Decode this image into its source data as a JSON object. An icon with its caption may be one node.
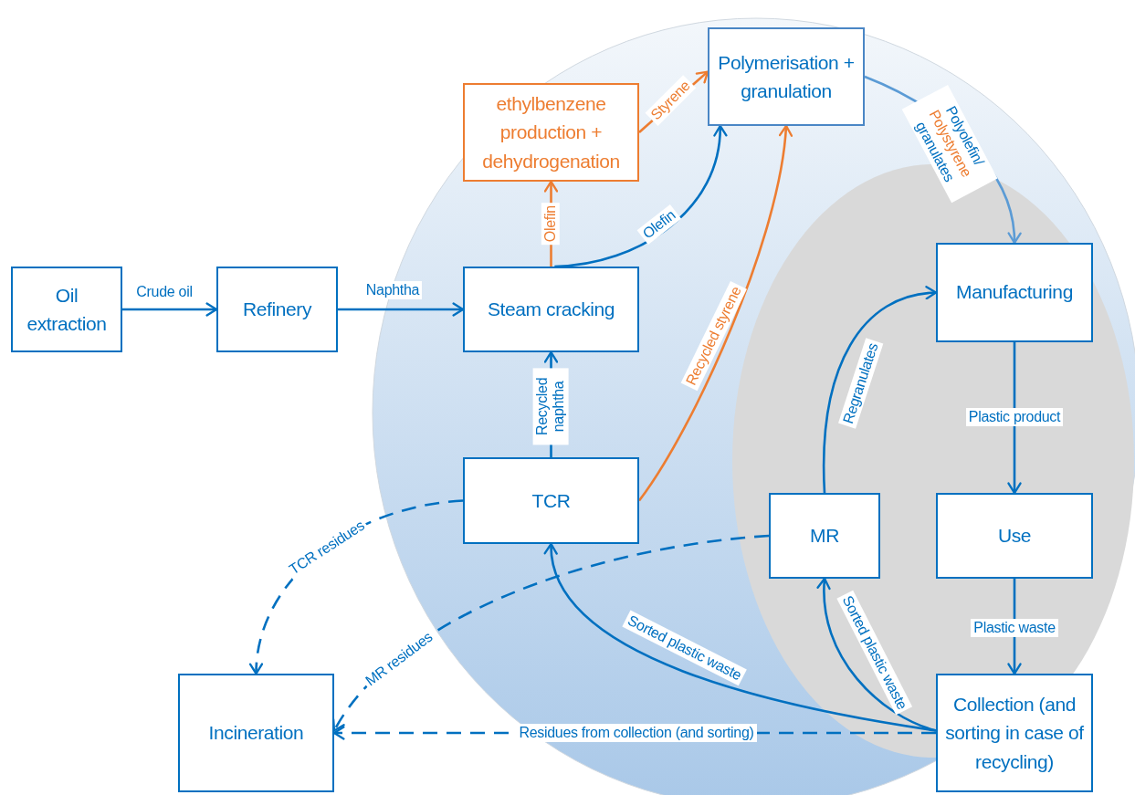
{
  "diagram": {
    "nodes": [
      {
        "text": [
          "Oil extraction"
        ]
      },
      {
        "text": [
          "Refinery"
        ]
      },
      {
        "text": [
          "Steam cracking"
        ]
      },
      {
        "text": [
          "ethylbenzene production + dehydrogenation"
        ]
      },
      {
        "text": [
          "Polymerisation + granulation"
        ]
      },
      {
        "text": [
          "Manufacturing"
        ]
      },
      {
        "text": [
          "TCR"
        ]
      },
      {
        "text": [
          "MR"
        ]
      },
      {
        "text": [
          "Use"
        ]
      },
      {
        "text": [
          "Incineration"
        ]
      },
      {
        "text": [
          "Collection (and sorting in case of recycling)"
        ]
      }
    ],
    "edges": [
      {
        "from": 0,
        "to": 1,
        "arrow": "to",
        "label": "Crude oil"
      },
      {
        "from": 1,
        "to": 2,
        "arrow": "to",
        "label": "Naphtha"
      },
      {
        "from": 2,
        "to": 3,
        "arrow": "to",
        "label": "Olefin",
        "color": "#ed7d31"
      },
      {
        "from": 3,
        "to": 4,
        "arrow": "to",
        "label": "Styrene",
        "color": "#ed7d31"
      },
      {
        "from": 2,
        "to": 4,
        "arrow": "to",
        "label": "Olefin"
      },
      {
        "from": 6,
        "to": 2,
        "arrow": "to",
        "label": "Recycled naphtha"
      },
      {
        "from": 6,
        "to": 4,
        "arrow": "to",
        "label": "Recycled styrene",
        "color": "#ed7d31"
      },
      {
        "from": 4,
        "to": 5,
        "arrow": "to",
        "label": "Polyolefin/ Polystyrene granulates",
        "color": "#5b9bd5"
      },
      {
        "from": 7,
        "to": 5,
        "arrow": "to",
        "label": "Regranulates"
      },
      {
        "from": 5,
        "to": 8,
        "arrow": "to",
        "label": "Plastic product"
      },
      {
        "from": 8,
        "to": 10,
        "arrow": "to",
        "label": "Plastic waste"
      },
      {
        "from": 10,
        "to": 7,
        "arrow": "to",
        "label": "Sorted plastic waste"
      },
      {
        "from": 10,
        "to": 6,
        "arrow": "to",
        "label": "Sorted plastic waste"
      },
      {
        "from": 6,
        "to": 9,
        "arrow": "to",
        "label": "TCR residues",
        "style": "dashed"
      },
      {
        "from": 7,
        "to": 9,
        "arrow": "to",
        "label": "MR residues",
        "style": "dashed"
      },
      {
        "from": 10,
        "to": 9,
        "arrow": "to",
        "label": "Residues from collection (and sorting)",
        "style": "dashed"
      }
    ]
  }
}
